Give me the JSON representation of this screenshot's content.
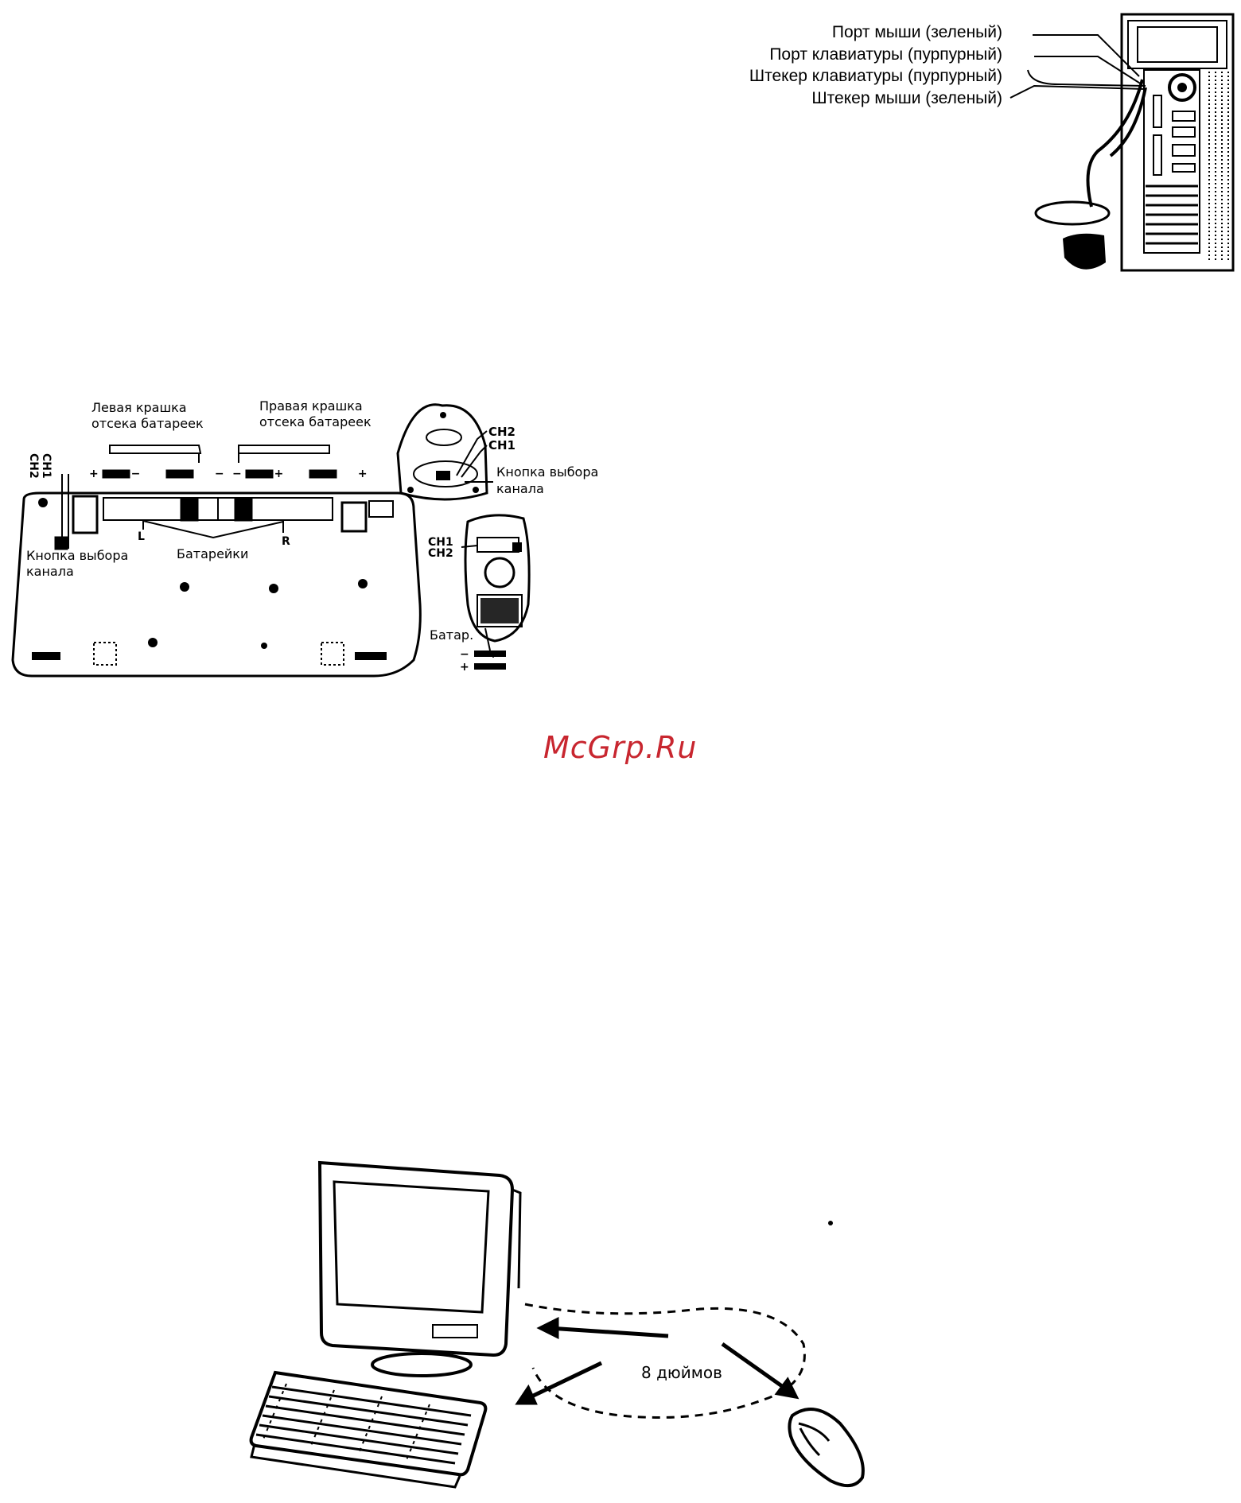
{
  "pc_ports": {
    "labels": [
      "Порт мыши (зеленый)",
      "Порт клавиатуры (пурпурный)",
      "Штекер клавиатуры (пурпурный)",
      "Штекер мыши (зеленый)"
    ]
  },
  "keyboard_back": {
    "left_cover": [
      "Левая крашка",
      "отсека батареек"
    ],
    "right_cover": [
      "Правая крашка",
      "отсека батареек"
    ],
    "channel_button": [
      "Кнопка выбора",
      "канала"
    ],
    "batteries": "Батарейки",
    "left_mark": "L",
    "right_mark": "R",
    "ch_labels": [
      "CH2",
      "CH1"
    ],
    "polarity_left": "+ −  + −",
    "polarity_right": "− +  − +"
  },
  "receiver": {
    "ch2": "CH2",
    "ch1": "CH1",
    "channel_button": [
      "Кнопка выбора",
      "канала"
    ]
  },
  "mouse_bottom": {
    "ch1": "CH1",
    "ch2": "CH2",
    "battery": "Батар.",
    "polarity_top": "−     +",
    "polarity_bottom": "+     −"
  },
  "watermark": "McGrp.Ru",
  "distance": {
    "label": "8 дюймов"
  }
}
